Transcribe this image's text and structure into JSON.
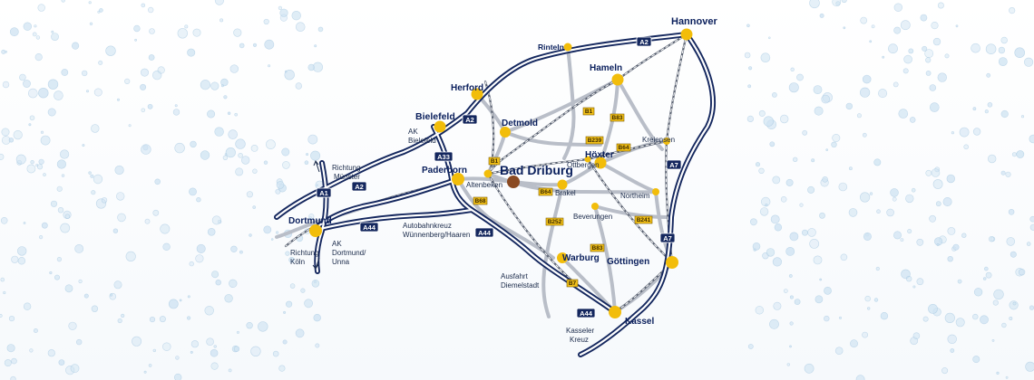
{
  "colors": {
    "motorway": "#14275e",
    "road": "#b9bec8",
    "railway": "#5a6272",
    "city_dot": "#f2bd0a",
    "center_dot": "#8a4a22",
    "sign_a": "#14275e",
    "sign_b": "#f2c018",
    "label": "#0a1f5c"
  },
  "cities": {
    "hannover": "Hannover",
    "rinteln": "Rinteln",
    "hameln": "Hameln",
    "herford": "Herford",
    "bielefeld": "Bielefeld",
    "detmold": "Detmold",
    "paderborn": "Paderborn",
    "bad_driburg": "Bad Driburg",
    "altenbeken": "Altenbeken",
    "brakel": "Brakel",
    "ottbergen": "Ottbergen",
    "hoexter": "Höxter",
    "kreiensen": "Kreiensen",
    "northeim": "Northeim",
    "beverungen": "Beverungen",
    "goettingen": "Göttingen",
    "warburg": "Warburg",
    "kassel": "Kassel",
    "dortmund": "Dortmund"
  },
  "notes": {
    "richtung_muenster_1": "Richtung",
    "richtung_muenster_2": "Münster",
    "ak_bielefeld_1": "AK",
    "ak_bielefeld_2": "Bielefeld",
    "ak_dortmund_1": "AK",
    "ak_dortmund_2": "Dortmund/",
    "ak_dortmund_3": "Unna",
    "richtung_koeln_1": "Richtung",
    "richtung_koeln_2": "Köln",
    "autobahnkreuz_1": "Autobahnkreuz",
    "autobahnkreuz_2": "Wünnenberg/Haaren",
    "ausfahrt_1": "Ausfahrt",
    "ausfahrt_2": "Diemelstadt",
    "kasseler_kreuz_1": "Kasseler",
    "kasseler_kreuz_2": "Kreuz"
  },
  "motorway_signs": {
    "a2_top": "A2",
    "a2_bielefeld": "A2",
    "a2_west": "A2",
    "a1": "A1",
    "a33": "A33",
    "a44_west": "A44",
    "a44_mid": "A44",
    "a44_south": "A44",
    "a7_north": "A7",
    "a7_south": "A7"
  },
  "road_signs": {
    "b1_top": "B1",
    "b83_top": "B83",
    "b239": "B239",
    "b64_east": "B64",
    "b1_left": "B1",
    "b64_mid": "B64",
    "b68": "B68",
    "b252": "B252",
    "b241": "B241",
    "b83_south": "B83",
    "b7": "B7"
  }
}
